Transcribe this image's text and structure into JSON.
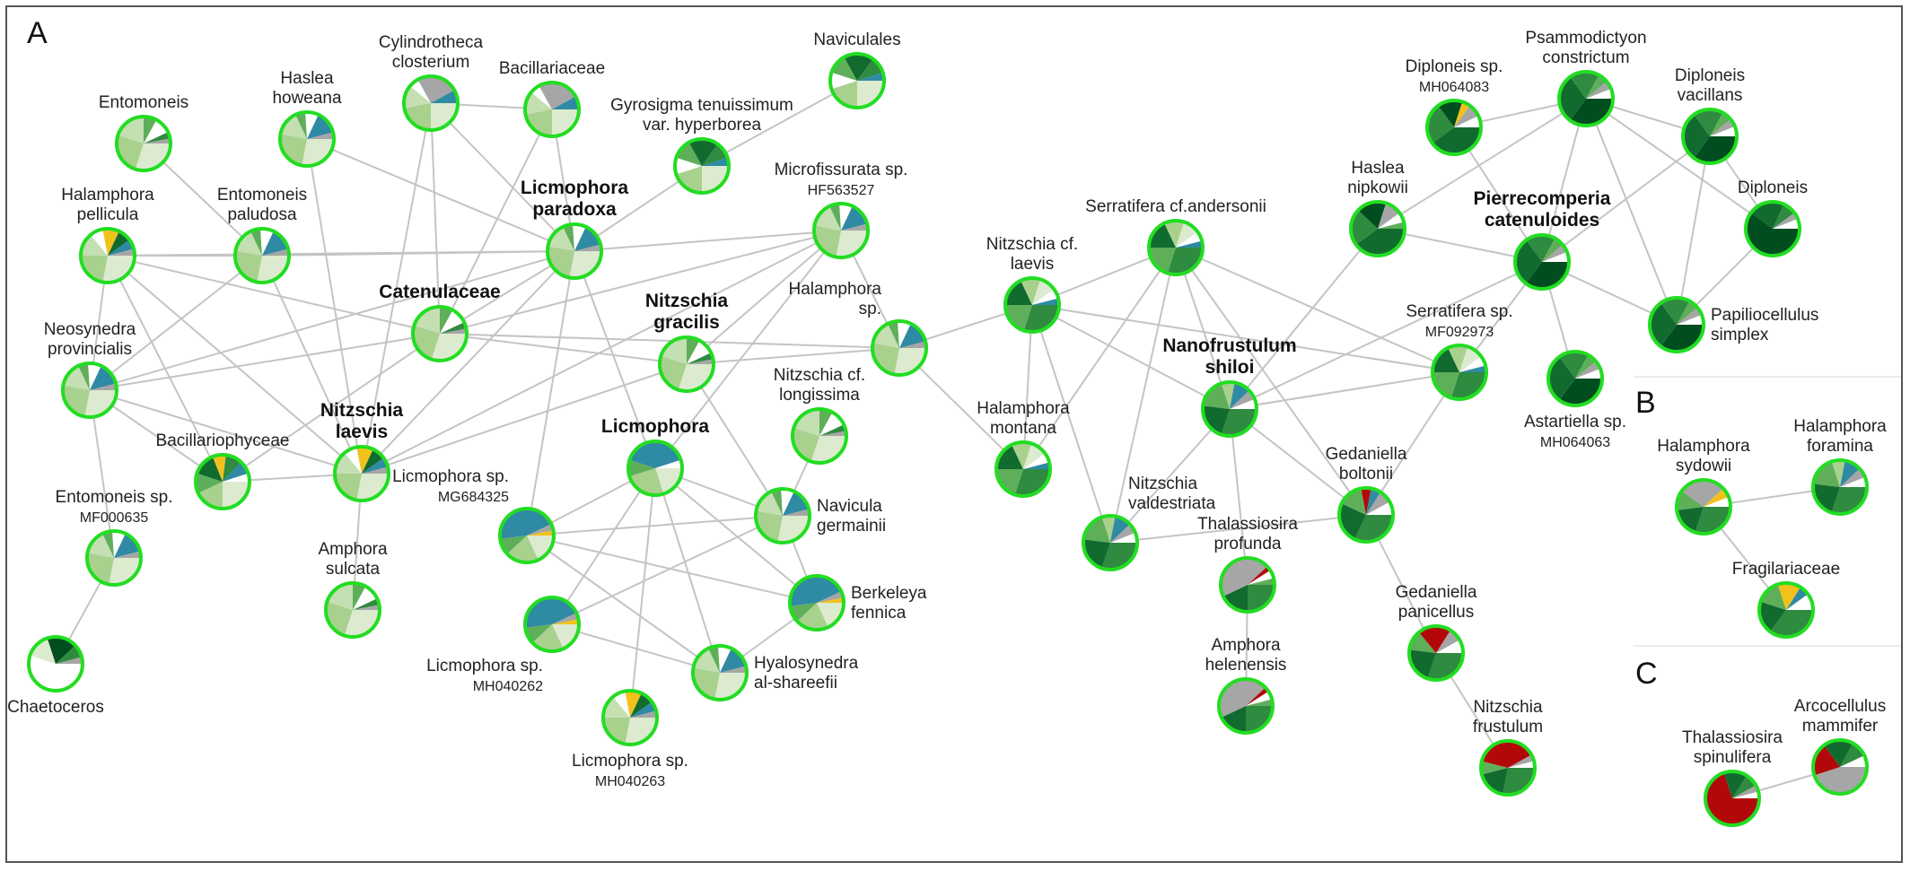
{
  "panels": [
    {
      "id": "A",
      "letter": "A"
    },
    {
      "id": "B",
      "letter": "B"
    },
    {
      "id": "C",
      "letter": "C"
    }
  ],
  "colors": {
    "ring": "#22dd22",
    "edge": "#c4c4c4",
    "pale_green": "#dcebd0",
    "light_green": "#a9d18e",
    "mid_green": "#5fae5a",
    "green": "#2e8b3f",
    "dark_green": "#116b2f",
    "darkest_green": "#004d1f",
    "teal": "#2f8aa3",
    "grey": "#a6a6a6",
    "yellow": "#f2c21b",
    "red": "#b3080a",
    "white": "#ffffff"
  },
  "nodes": [
    {
      "id": "entomoneis",
      "lines": [
        "Entomoneis"
      ],
      "bold": false,
      "mix": "pale"
    },
    {
      "id": "haslea-howeana",
      "lines": [
        "Haslea",
        "howeana"
      ],
      "bold": false,
      "mix": "pale-teal"
    },
    {
      "id": "cylindrotheca",
      "lines": [
        "Cylindrotheca",
        "closterium"
      ],
      "bold": false,
      "mix": "pale-grey"
    },
    {
      "id": "bacillariaceae",
      "lines": [
        "Bacillariaceae"
      ],
      "bold": false,
      "mix": "pale-grey"
    },
    {
      "id": "naviculales",
      "lines": [
        "Naviculales"
      ],
      "bold": false,
      "mix": "pale-dark"
    },
    {
      "id": "gyrosigma",
      "lines": [
        "Gyrosigma tenuissimum",
        "var. hyperborea"
      ],
      "bold": false,
      "mix": "pale-dark"
    },
    {
      "id": "halamphora-pellicula",
      "lines": [
        "Halamphora",
        "pellicula"
      ],
      "bold": false,
      "mix": "pale-yellow"
    },
    {
      "id": "entomoneis-paludosa",
      "lines": [
        "Entomoneis",
        "paludosa"
      ],
      "bold": false,
      "mix": "pale-teal"
    },
    {
      "id": "licmophora-paradoxa",
      "lines": [
        "Licmophora",
        "paradoxa"
      ],
      "bold": true,
      "mix": "pale-teal"
    },
    {
      "id": "microfissurata",
      "lines": [
        "Microfissurata sp.",
        "HF563527"
      ],
      "bold": false,
      "mix": "pale-teal"
    },
    {
      "id": "catenulaceae",
      "lines": [
        "Catenulaceae"
      ],
      "bold": true,
      "mix": "pale"
    },
    {
      "id": "nitzschia-gracilis",
      "lines": [
        "Nitzschia",
        "gracilis"
      ],
      "bold": true,
      "mix": "pale"
    },
    {
      "id": "halamphora-sp",
      "lines": [
        "Halamphora",
        "sp."
      ],
      "bold": false,
      "mix": "pale-teal"
    },
    {
      "id": "neosynedra",
      "lines": [
        "Neosynedra",
        "provincialis"
      ],
      "bold": false,
      "mix": "pale-teal"
    },
    {
      "id": "nitzschia-laevis",
      "lines": [
        "Nitzschia",
        "laevis"
      ],
      "bold": true,
      "mix": "pale-yellow"
    },
    {
      "id": "bacillariophyceae",
      "lines": [
        "Bacillariophyceae"
      ],
      "bold": false,
      "mix": "pale-yellow-dark"
    },
    {
      "id": "amphora-sulcata",
      "lines": [
        "Amphora",
        "sulcata"
      ],
      "bold": false,
      "mix": "pale"
    },
    {
      "id": "entomoneis-sp",
      "lines": [
        "Entomoneis sp.",
        "MF000635"
      ],
      "bold": false,
      "mix": "pale-teal"
    },
    {
      "id": "chaetoceros",
      "lines": [
        "Chaetoceros"
      ],
      "bold": false,
      "mix": "white-dark"
    },
    {
      "id": "licmophora",
      "lines": [
        "Licmophora"
      ],
      "bold": true,
      "mix": "pale-teal-big"
    },
    {
      "id": "nitzschia-longissima",
      "lines": [
        "Nitzschia cf.",
        "longissima"
      ],
      "bold": false,
      "mix": "pale"
    },
    {
      "id": "licmophora-mg684325",
      "lines": [
        "Licmophora sp.",
        "MG684325"
      ],
      "bold": false,
      "mix": "teal-big"
    },
    {
      "id": "navicula-germainii",
      "lines": [
        "Navicula",
        "germainii"
      ],
      "bold": false,
      "mix": "pale-teal"
    },
    {
      "id": "berkeleya",
      "lines": [
        "Berkeleya",
        "fennica"
      ],
      "bold": false,
      "mix": "teal-big"
    },
    {
      "id": "licmophora-mh040262",
      "lines": [
        "Licmophora sp.",
        "MH040262"
      ],
      "bold": false,
      "mix": "teal-big"
    },
    {
      "id": "hyalosynedra",
      "lines": [
        "Hyalosynedra",
        "al-shareefii"
      ],
      "bold": false,
      "mix": "pale-teal"
    },
    {
      "id": "licmophora-mh040263",
      "lines": [
        "Licmophora sp.",
        "MH040263"
      ],
      "bold": false,
      "mix": "pale-yellow"
    },
    {
      "id": "nitzschia-cf-laevis",
      "lines": [
        "Nitzschia cf.",
        "laevis"
      ],
      "bold": false,
      "mix": "green-mix"
    },
    {
      "id": "halamphora-montana",
      "lines": [
        "Halamphora",
        "montana"
      ],
      "bold": false,
      "mix": "green-mix"
    },
    {
      "id": "serratifera-andersonii",
      "lines": [
        "Serratifera cf.andersonii"
      ],
      "bold": false,
      "mix": "green-mix"
    },
    {
      "id": "nanofrustulum",
      "lines": [
        "Nanofrustulum",
        "shiloi"
      ],
      "bold": true,
      "mix": "green-teal"
    },
    {
      "id": "nitzschia-valdestriata",
      "lines": [
        "Nitzschia",
        "valdestriata"
      ],
      "bold": false,
      "mix": "green-teal"
    },
    {
      "id": "thalassiosira-profunda",
      "lines": [
        "Thalassiosira",
        "profunda"
      ],
      "bold": false,
      "mix": "green-grey"
    },
    {
      "id": "amphora-helenensis",
      "lines": [
        "Amphora",
        "helenensis"
      ],
      "bold": false,
      "mix": "green-grey"
    },
    {
      "id": "gedaniella-boltonii",
      "lines": [
        "Gedaniella",
        "boltonii"
      ],
      "bold": false,
      "mix": "green-red-small"
    },
    {
      "id": "gedaniella-panicellus",
      "lines": [
        "Gedaniella",
        "panicellus"
      ],
      "bold": false,
      "mix": "green-red"
    },
    {
      "id": "nitzschia-frustulum",
      "lines": [
        "Nitzschia",
        "frustulum"
      ],
      "bold": false,
      "mix": "green-red-big"
    },
    {
      "id": "haslea-nipkowii",
      "lines": [
        "Haslea",
        "nipkowii"
      ],
      "bold": false,
      "mix": "dark-grey"
    },
    {
      "id": "diploneis-mh064083",
      "lines": [
        "Diploneis sp.",
        "MH064083"
      ],
      "bold": false,
      "mix": "dark-yellow"
    },
    {
      "id": "psammodictyon",
      "lines": [
        "Psammodictyon",
        "constrictum"
      ],
      "bold": false,
      "mix": "dark"
    },
    {
      "id": "diploneis-vacillans",
      "lines": [
        "Diploneis",
        "vacillans"
      ],
      "bold": false,
      "mix": "dark"
    },
    {
      "id": "pierrecomperia",
      "lines": [
        "Pierrecomperia",
        "catenuloides"
      ],
      "bold": true,
      "mix": "dark"
    },
    {
      "id": "diploneis",
      "lines": [
        "Diploneis"
      ],
      "bold": false,
      "mix": "darkest"
    },
    {
      "id": "serratifera-mf092973",
      "lines": [
        "Serratifera sp.",
        "MF092973"
      ],
      "bold": false,
      "mix": "green-mix"
    },
    {
      "id": "astartiella",
      "lines": [
        "Astartiella sp.",
        "MH064063"
      ],
      "bold": false,
      "mix": "dark"
    },
    {
      "id": "papiliocellulus",
      "lines": [
        "Papiliocellulus",
        "simplex"
      ],
      "bold": false,
      "mix": "dark"
    },
    {
      "id": "halamphora-sydowii",
      "lines": [
        "Halamphora",
        "sydowii"
      ],
      "bold": false,
      "mix": "green-grey-yellow"
    },
    {
      "id": "halamphora-foramina",
      "lines": [
        "Halamphora",
        "foramina"
      ],
      "bold": false,
      "mix": "green-teal"
    },
    {
      "id": "fragilariaceae",
      "lines": [
        "Fragilariaceae"
      ],
      "bold": false,
      "mix": "green-yellow"
    },
    {
      "id": "thalassiosira-spinulifera",
      "lines": [
        "Thalassiosira",
        "spinulifera"
      ],
      "bold": false,
      "mix": "red-big"
    },
    {
      "id": "arcocellulus",
      "lines": [
        "Arcocellulus",
        "mammifer"
      ],
      "bold": false,
      "mix": "grey-red"
    }
  ],
  "edges": [
    [
      "entomoneis",
      "entomoneis-paludosa"
    ],
    [
      "haslea-howeana",
      "licmophora-paradoxa"
    ],
    [
      "haslea-howeana",
      "nitzschia-laevis"
    ],
    [
      "cylindrotheca",
      "bacillariaceae"
    ],
    [
      "cylindrotheca",
      "licmophora-paradoxa"
    ],
    [
      "cylindrotheca",
      "catenulaceae"
    ],
    [
      "cylindrotheca",
      "nitzschia-laevis"
    ],
    [
      "bacillariaceae",
      "licmophora-paradoxa"
    ],
    [
      "bacillariaceae",
      "catenulaceae"
    ],
    [
      "naviculales",
      "gyrosigma"
    ],
    [
      "gyrosigma",
      "licmophora-paradoxa"
    ],
    [
      "halamphora-pellicula",
      "entomoneis-paludosa"
    ],
    [
      "halamphora-pellicula",
      "licmophora-paradoxa"
    ],
    [
      "halamphora-pellicula",
      "catenulaceae"
    ],
    [
      "halamphora-pellicula",
      "neosynedra"
    ],
    [
      "halamphora-pellicula",
      "bacillariophyceae"
    ],
    [
      "halamphora-pellicula",
      "nitzschia-laevis"
    ],
    [
      "entomoneis-paludosa",
      "licmophora-paradoxa"
    ],
    [
      "entomoneis-paludosa",
      "neosynedra"
    ],
    [
      "entomoneis-paludosa",
      "nitzschia-laevis"
    ],
    [
      "licmophora-paradoxa",
      "catenulaceae"
    ],
    [
      "licmophora-paradoxa",
      "microfissurata"
    ],
    [
      "licmophora-paradoxa",
      "nitzschia-laevis"
    ],
    [
      "licmophora-paradoxa",
      "licmophora"
    ],
    [
      "licmophora-paradoxa",
      "licmophora-mg684325"
    ],
    [
      "licmophora-paradoxa",
      "neosynedra"
    ],
    [
      "microfissurata",
      "catenulaceae"
    ],
    [
      "microfissurata",
      "nitzschia-gracilis"
    ],
    [
      "microfissurata",
      "licmophora"
    ],
    [
      "microfissurata",
      "nitzschia-laevis"
    ],
    [
      "catenulaceae",
      "neosynedra"
    ],
    [
      "catenulaceae",
      "bacillariophyceae"
    ],
    [
      "catenulaceae",
      "nitzschia-gracilis"
    ],
    [
      "catenulaceae",
      "halamphora-sp"
    ],
    [
      "nitzschia-gracilis",
      "nitzschia-laevis"
    ],
    [
      "nitzschia-gracilis",
      "navicula-germainii"
    ],
    [
      "nitzschia-gracilis",
      "halamphora-sp"
    ],
    [
      "halamphora-sp",
      "nitzschia-cf-laevis"
    ],
    [
      "halamphora-sp",
      "halamphora-montana"
    ],
    [
      "neosynedra",
      "nitzschia-laevis"
    ],
    [
      "neosynedra",
      "entomoneis-sp"
    ],
    [
      "bacillariophyceae",
      "nitzschia-laevis"
    ],
    [
      "bacillariophyceae",
      "neosynedra"
    ],
    [
      "nitzschia-laevis",
      "amphora-sulcata"
    ],
    [
      "entomoneis-sp",
      "chaetoceros"
    ],
    [
      "licmophora",
      "licmophora-mg684325"
    ],
    [
      "licmophora",
      "licmophora-mh040262"
    ],
    [
      "licmophora",
      "hyalosynedra"
    ],
    [
      "licmophora",
      "berkeleya"
    ],
    [
      "licmophora",
      "navicula-germainii"
    ],
    [
      "licmophora",
      "licmophora-mh040263"
    ],
    [
      "nitzschia-longissima",
      "navicula-germainii"
    ],
    [
      "licmophora-mg684325",
      "berkeleya"
    ],
    [
      "licmophora-mg684325",
      "hyalosynedra"
    ],
    [
      "licmophora-mg684325",
      "navicula-germainii"
    ],
    [
      "licmophora-mh040262",
      "navicula-germainii"
    ],
    [
      "licmophora-mh040262",
      "hyalosynedra"
    ],
    [
      "navicula-germainii",
      "berkeleya"
    ],
    [
      "berkeleya",
      "hyalosynedra"
    ],
    [
      "nitzschia-cf-laevis",
      "halamphora-montana"
    ],
    [
      "nitzschia-cf-laevis",
      "serratifera-andersonii"
    ],
    [
      "nitzschia-cf-laevis",
      "nanofrustulum"
    ],
    [
      "nitzschia-cf-laevis",
      "nitzschia-valdestriata"
    ],
    [
      "nitzschia-cf-laevis",
      "serratifera-mf092973"
    ],
    [
      "serratifera-andersonii",
      "nanofrustulum"
    ],
    [
      "serratifera-andersonii",
      "nitzschia-valdestriata"
    ],
    [
      "serratifera-andersonii",
      "gedaniella-boltonii"
    ],
    [
      "serratifera-andersonii",
      "halamphora-montana"
    ],
    [
      "serratifera-andersonii",
      "serratifera-mf092973"
    ],
    [
      "nanofrustulum",
      "nitzschia-valdestriata"
    ],
    [
      "nanofrustulum",
      "thalassiosira-profunda"
    ],
    [
      "nanofrustulum",
      "gedaniella-boltonii"
    ],
    [
      "nanofrustulum",
      "haslea-nipkowii"
    ],
    [
      "nanofrustulum",
      "serratifera-mf092973"
    ],
    [
      "nanofrustulum",
      "pierrecomperia"
    ],
    [
      "nitzschia-valdestriata",
      "gedaniella-boltonii"
    ],
    [
      "thalassiosira-profunda",
      "amphora-helenensis"
    ],
    [
      "gedaniella-boltonii",
      "gedaniella-panicellus"
    ],
    [
      "gedaniella-boltonii",
      "serratifera-mf092973"
    ],
    [
      "gedaniella-panicellus",
      "nitzschia-frustulum"
    ],
    [
      "haslea-nipkowii",
      "pierrecomperia"
    ],
    [
      "diploneis-mh064083",
      "psammodictyon"
    ],
    [
      "diploneis-mh064083",
      "pierrecomperia"
    ],
    [
      "psammodictyon",
      "diploneis-vacillans"
    ],
    [
      "psammodictyon",
      "pierrecomperia"
    ],
    [
      "psammodictyon",
      "papiliocellulus"
    ],
    [
      "psammodictyon",
      "diploneis"
    ],
    [
      "psammodictyon",
      "haslea-nipkowii"
    ],
    [
      "diploneis-vacillans",
      "papiliocellulus"
    ],
    [
      "diploneis-vacillans",
      "pierrecomperia"
    ],
    [
      "diploneis-vacillans",
      "diploneis"
    ],
    [
      "pierrecomperia",
      "papiliocellulus"
    ],
    [
      "pierrecomperia",
      "astartiella"
    ],
    [
      "pierrecomperia",
      "serratifera-mf092973"
    ],
    [
      "diploneis",
      "papiliocellulus"
    ],
    [
      "microfissurata",
      "halamphora-sp"
    ],
    [
      "halamphora-sydowii",
      "halamphora-foramina"
    ],
    [
      "halamphora-sydowii",
      "fragilariaceae"
    ],
    [
      "thalassiosira-spinulifera",
      "arcocellulus"
    ]
  ]
}
